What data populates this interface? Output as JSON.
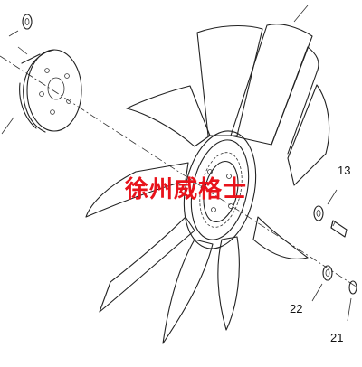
{
  "callouts": {
    "label_13": "13",
    "label_22": "22",
    "label_21": "21"
  },
  "watermark": {
    "text": "徐州威格士",
    "color": "#e8131b"
  }
}
